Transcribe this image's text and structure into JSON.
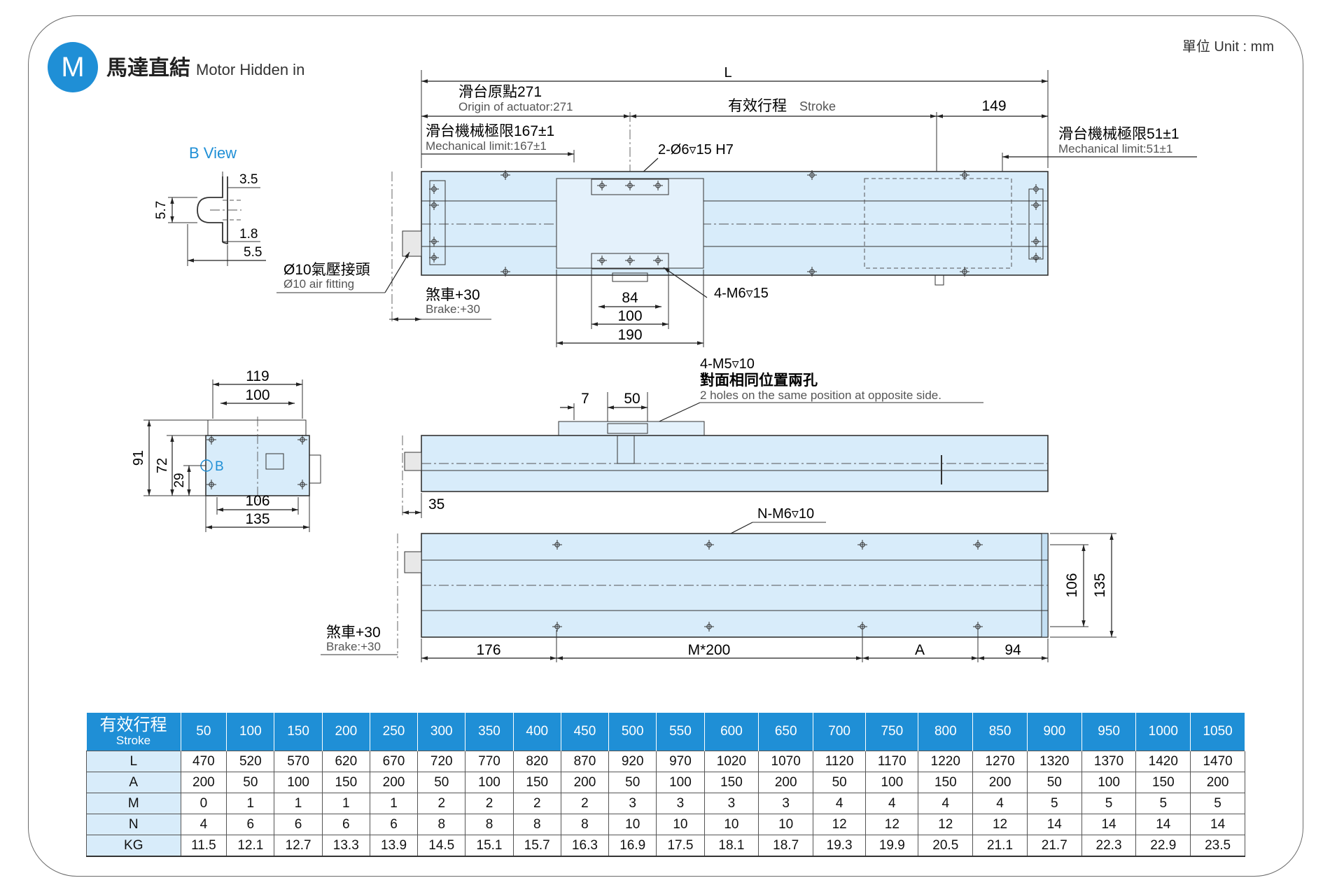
{
  "header": {
    "badge": "M",
    "title_zh": "馬達直結",
    "title_en": "Motor Hidden in",
    "unit": "單位 Unit : mm"
  },
  "bview": {
    "label": "B View",
    "d_35": "3.5",
    "d_57": "5.7",
    "d_18": "1.8",
    "d_55": "5.5"
  },
  "top_view": {
    "L": "L",
    "origin_zh": "滑台原點271",
    "origin_en": "Origin of actuator:271",
    "stroke_zh": "有效行程",
    "stroke_en": "Stroke",
    "d_149": "149",
    "mech_left_zh": "滑台機械極限167±1",
    "mech_left_en": "Mechanical limit:167±1",
    "mech_right_zh": "滑台機械極限51±1",
    "mech_right_en": "Mechanical limit:51±1",
    "hole_h7": "2-Ø6▿15 H7",
    "fitting_zh": "Ø10氣壓接頭",
    "fitting_en": "Ø10 air fitting",
    "brake_zh": "煞車+30",
    "brake_en": "Brake:+30",
    "d_84": "84",
    "d_100": "100",
    "d_190": "190",
    "m6_15": "4-M6▿15"
  },
  "side_view": {
    "m5_10": "4-M5▿10",
    "opp_zh": "對面相同位置兩孔",
    "opp_en": "2 holes on the same position at opposite side.",
    "d_7": "7",
    "d_50": "50",
    "d_35": "35"
  },
  "end_view": {
    "d_119": "119",
    "d_100": "100",
    "d_91": "91",
    "d_72": "72",
    "d_29": "29",
    "b_label": "B",
    "d_106": "106",
    "d_135": "135"
  },
  "bottom_view": {
    "nm6": "N-M6▿10",
    "brake_zh": "煞車+30",
    "brake_en": "Brake:+30",
    "d_176": "176",
    "d_m200": "M*200",
    "d_a": "A",
    "d_94": "94",
    "d_106": "106",
    "d_135": "135"
  },
  "spec_table": {
    "header_zh": "有效行程",
    "header_en": "Stroke",
    "strokes": [
      "50",
      "100",
      "150",
      "200",
      "250",
      "300",
      "350",
      "400",
      "450",
      "500",
      "550",
      "600",
      "650",
      "700",
      "750",
      "800",
      "850",
      "900",
      "950",
      "1000",
      "1050"
    ],
    "rows": [
      {
        "label": "L",
        "values": [
          "470",
          "520",
          "570",
          "620",
          "670",
          "720",
          "770",
          "820",
          "870",
          "920",
          "970",
          "1020",
          "1070",
          "1120",
          "1170",
          "1220",
          "1270",
          "1320",
          "1370",
          "1420",
          "1470"
        ]
      },
      {
        "label": "A",
        "values": [
          "200",
          "50",
          "100",
          "150",
          "200",
          "50",
          "100",
          "150",
          "200",
          "50",
          "100",
          "150",
          "200",
          "50",
          "100",
          "150",
          "200",
          "50",
          "100",
          "150",
          "200"
        ]
      },
      {
        "label": "M",
        "values": [
          "0",
          "1",
          "1",
          "1",
          "1",
          "2",
          "2",
          "2",
          "2",
          "3",
          "3",
          "3",
          "3",
          "4",
          "4",
          "4",
          "4",
          "5",
          "5",
          "5",
          "5"
        ]
      },
      {
        "label": "N",
        "values": [
          "4",
          "6",
          "6",
          "6",
          "6",
          "8",
          "8",
          "8",
          "8",
          "10",
          "10",
          "10",
          "10",
          "12",
          "12",
          "12",
          "12",
          "14",
          "14",
          "14",
          "14"
        ]
      },
      {
        "label": "KG",
        "values": [
          "11.5",
          "12.1",
          "12.7",
          "13.3",
          "13.9",
          "14.5",
          "15.1",
          "15.7",
          "16.3",
          "16.9",
          "17.5",
          "18.1",
          "18.7",
          "19.3",
          "19.9",
          "20.5",
          "21.1",
          "21.7",
          "22.3",
          "22.9",
          "23.5"
        ]
      }
    ]
  }
}
